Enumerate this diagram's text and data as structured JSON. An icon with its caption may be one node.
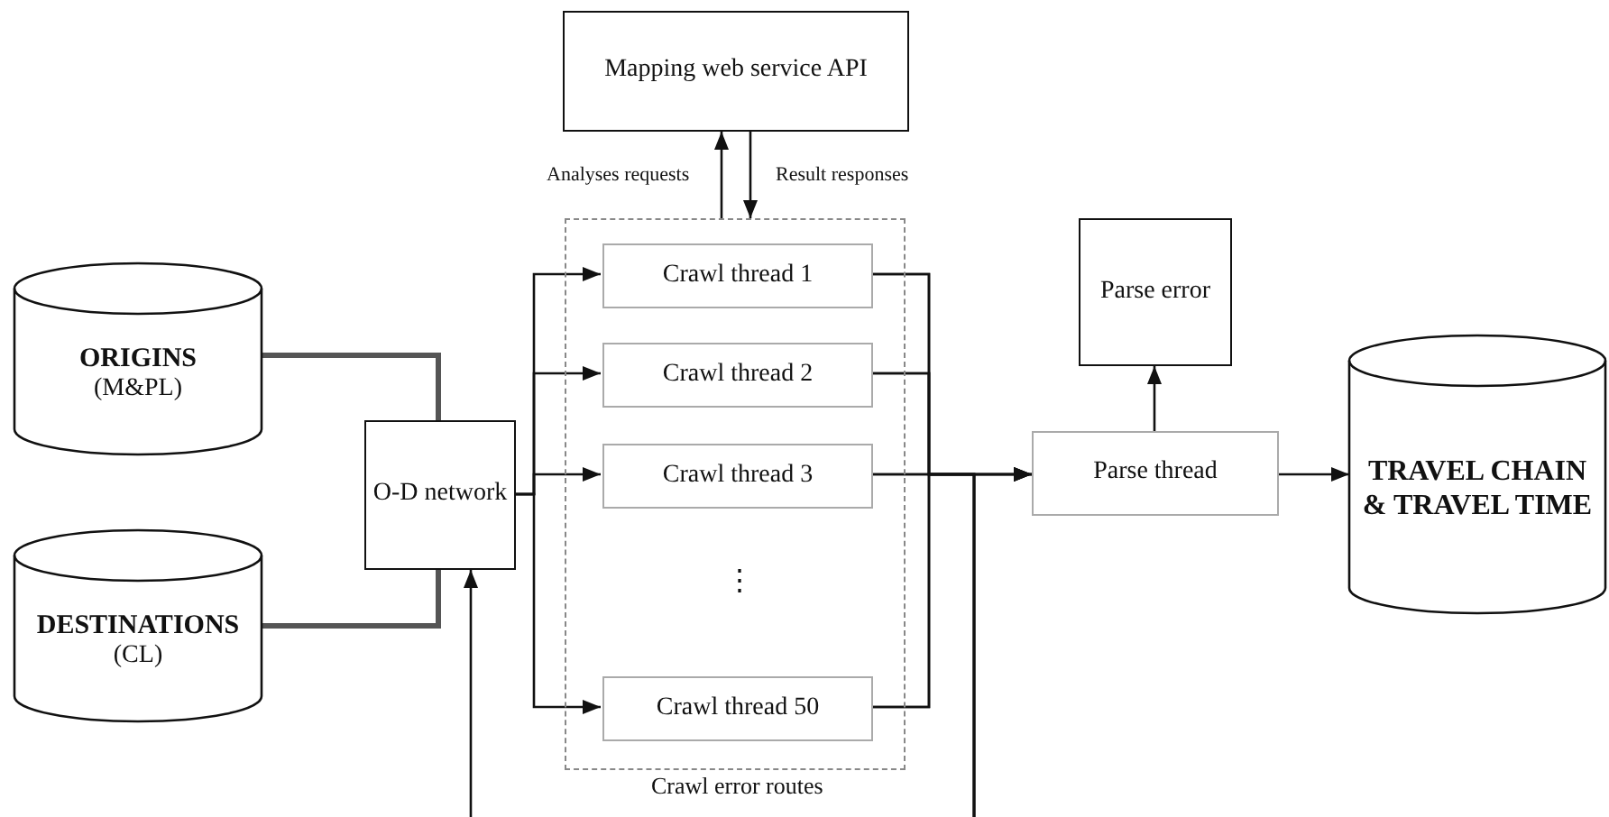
{
  "diagram": {
    "nodes": [
      {
        "text": [
          "Mapping web service API"
        ]
      },
      {
        "text": [
          "ORIGINS",
          "(M&PL)"
        ]
      },
      {
        "text": [
          "DESTINATIONS",
          "(CL)"
        ]
      },
      {
        "text": [
          "O-D network"
        ]
      },
      {
        "text": [],
        "shape": "box"
      },
      {
        "text": [
          "Crawl thread 1"
        ],
        "in": 4
      },
      {
        "text": [
          "Crawl thread 2"
        ],
        "in": 4
      },
      {
        "text": [
          "Crawl thread 3"
        ],
        "in": 4
      },
      {
        "text": [
          "Crawl thread 50"
        ],
        "in": 4
      },
      {
        "text": [
          "Parse error"
        ]
      },
      {
        "text": [
          "Parse thread"
        ]
      },
      {
        "text": [
          "TRAVEL CHAIN & TRAVEL TIME"
        ]
      }
    ],
    "edges": [
      {
        "from": 4,
        "to": 0,
        "arrow": "to",
        "label": "Analyses requests"
      },
      {
        "from": 0,
        "to": 4,
        "arrow": "to",
        "label": "Result responses"
      },
      {
        "from": 1,
        "to": 3,
        "arrow": "none",
        "style": "thick"
      },
      {
        "from": 2,
        "to": 3,
        "arrow": "none",
        "style": "thick"
      },
      {
        "from": 3,
        "to": 5,
        "arrow": "to"
      },
      {
        "from": 3,
        "to": 6,
        "arrow": "to"
      },
      {
        "from": 3,
        "to": 7,
        "arrow": "to"
      },
      {
        "from": 3,
        "to": 8,
        "arrow": "to"
      },
      {
        "from": 5,
        "to": 10,
        "arrow": "to"
      },
      {
        "from": 6,
        "to": 10,
        "arrow": "to"
      },
      {
        "from": 7,
        "to": 10,
        "arrow": "to"
      },
      {
        "from": 8,
        "to": 10,
        "arrow": "to"
      },
      {
        "from": 10,
        "to": 9,
        "arrow": "to"
      },
      {
        "from": 10,
        "to": 11,
        "arrow": "to"
      },
      {
        "from": 5,
        "to": null,
        "arrow": "none"
      },
      {
        "from": 6,
        "to": null,
        "arrow": "none"
      },
      {
        "from": 7,
        "to": null,
        "arrow": "none"
      },
      {
        "from": 8,
        "to": null,
        "arrow": "none"
      },
      {
        "from": null,
        "to": 3,
        "arrow": "to"
      }
    ],
    "labels": [
      "⋮",
      "Crawl error routes"
    ]
  }
}
